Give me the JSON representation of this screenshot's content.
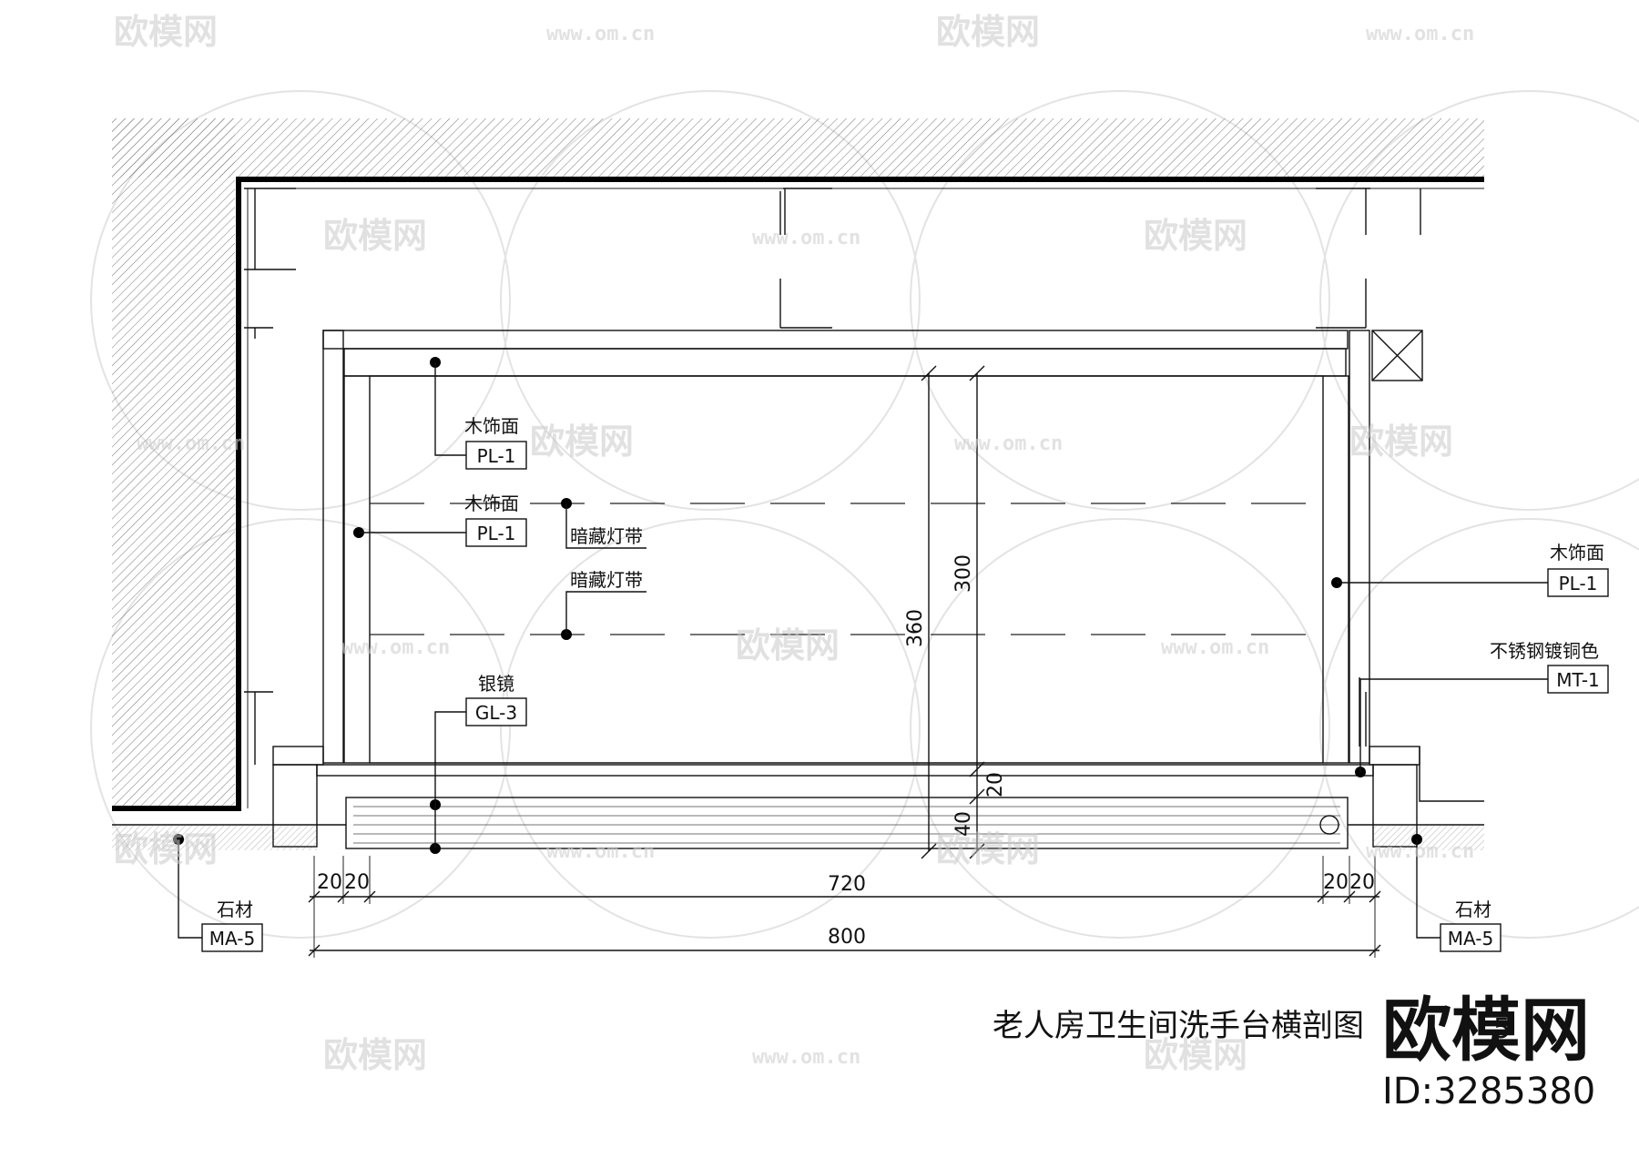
{
  "title": "老人房卫生间洗手台横剖图",
  "watermark": {
    "brand": "欧模网",
    "url": "www.om.cn",
    "brand_large": "欧模网",
    "id_label": "ID:3285380"
  },
  "callouts": {
    "top_wood": {
      "material": "木饰面",
      "code": "PL-1"
    },
    "left_wood": {
      "material": "木饰面",
      "code": "PL-1"
    },
    "light_strip_1": {
      "material": "暗藏灯带"
    },
    "light_strip_2": {
      "material": "暗藏灯带"
    },
    "mirror": {
      "material": "银镜",
      "code": "GL-3"
    },
    "right_wood": {
      "material": "木饰面",
      "code": "PL-1"
    },
    "stainless": {
      "material": "不锈钢镀铜色",
      "code": "MT-1"
    },
    "stone_left": {
      "material": "石材",
      "code": "MA-5"
    },
    "stone_right": {
      "material": "石材",
      "code": "MA-5"
    }
  },
  "dimensions": {
    "vertical_360": "360",
    "vertical_300": "300",
    "vertical_20": "20",
    "vertical_40": "40",
    "left_20a": "20",
    "left_20b": "20",
    "inner_720": "720",
    "right_20a": "20",
    "right_20b": "20",
    "overall_800": "800"
  },
  "partial_label": "5"
}
